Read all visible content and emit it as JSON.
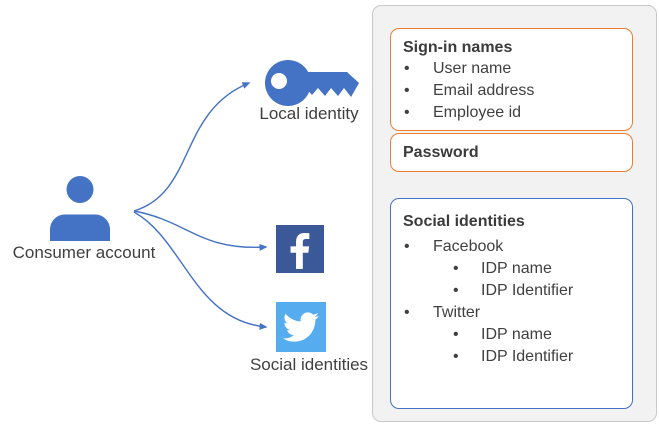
{
  "labels": {
    "consumer_account": "Consumer account",
    "local_identity": "Local identity",
    "social_identities": "Social identities"
  },
  "panel": {
    "sign_in": {
      "title": "Sign-in names",
      "items": [
        "User name",
        "Email address",
        "Employee id"
      ]
    },
    "password": {
      "title": "Password"
    },
    "social": {
      "title": "Social identities",
      "items": [
        {
          "label": "Facebook",
          "level": 1
        },
        {
          "label": "IDP name",
          "level": 2
        },
        {
          "label": "IDP Identifier",
          "level": 2
        },
        {
          "label": "Twitter",
          "level": 1
        },
        {
          "label": "IDP name",
          "level": 2
        },
        {
          "label": "IDP Identifier",
          "level": 2
        }
      ]
    }
  },
  "colors": {
    "accent_blue": "#4472C4",
    "accent_orange": "#ED7D31",
    "facebook_blue": "#3B5998",
    "twitter_blue": "#55ACEE",
    "panel_fill": "#F2F2F2",
    "panel_border": "#C8C8C8",
    "text": "#404040"
  }
}
